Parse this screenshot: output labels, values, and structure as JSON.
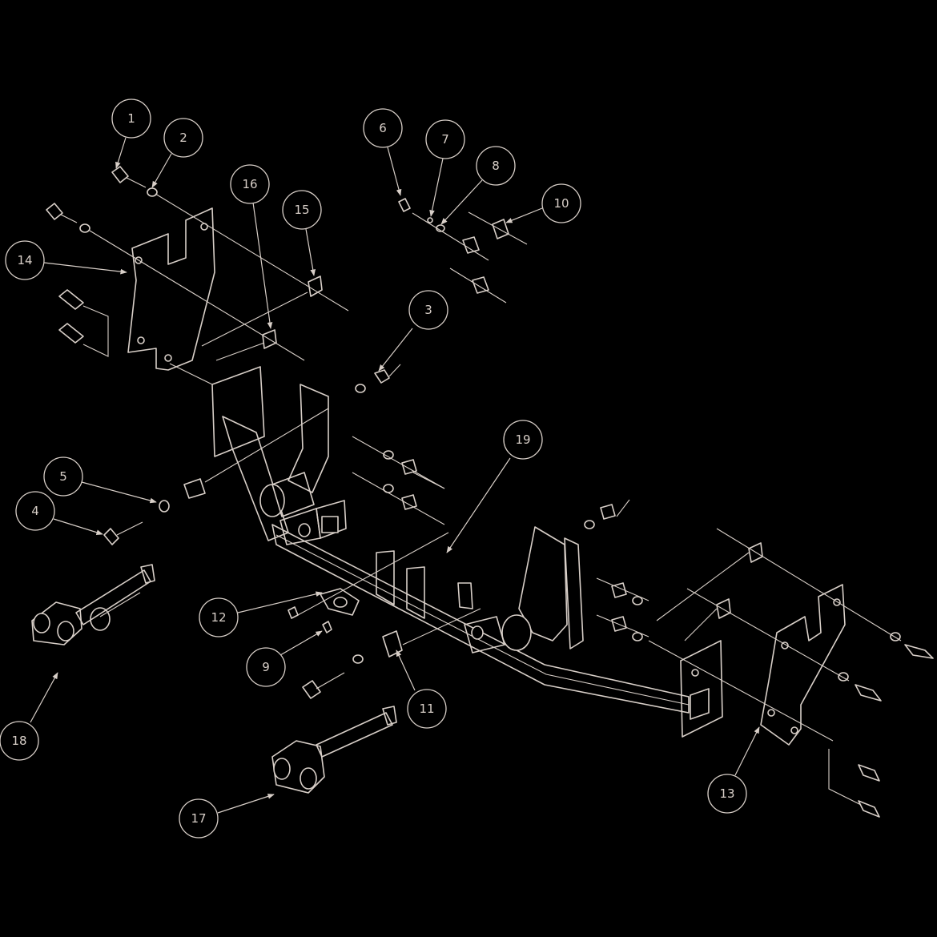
{
  "diagram": {
    "background": "#000000",
    "line_color": "#d8cfc8",
    "callouts": [
      {
        "label": "1"
      },
      {
        "label": "2"
      },
      {
        "label": "3"
      },
      {
        "label": "4"
      },
      {
        "label": "5"
      },
      {
        "label": "6"
      },
      {
        "label": "7"
      },
      {
        "label": "8"
      },
      {
        "label": "9"
      },
      {
        "label": "10"
      },
      {
        "label": "11"
      },
      {
        "label": "12"
      },
      {
        "label": "13"
      },
      {
        "label": "14"
      },
      {
        "label": "15"
      },
      {
        "label": "16"
      },
      {
        "label": "17"
      },
      {
        "label": "18"
      },
      {
        "label": "19"
      }
    ]
  }
}
